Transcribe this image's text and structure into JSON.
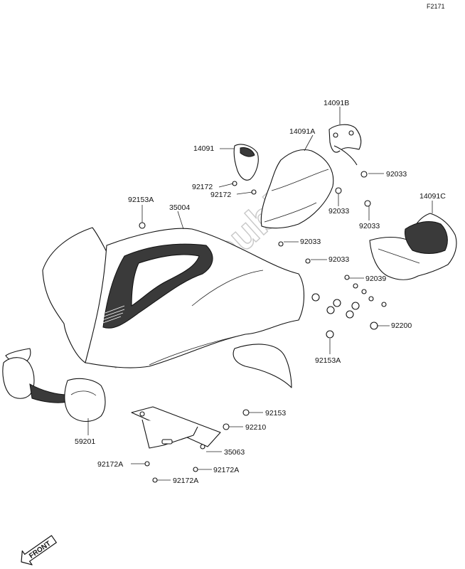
{
  "figure_code": "F2171",
  "watermark": "PartsRepublik",
  "front_label": "FRONT",
  "parts": [
    "14091B",
    "14091A",
    "14091",
    "92033",
    "92172",
    "92172",
    "92153A",
    "35004",
    "92033",
    "14091C",
    "92033",
    "92033",
    "92033",
    "92039",
    "92200",
    "92153A",
    "59201",
    "92153",
    "92210",
    "35063",
    "92172A",
    "92172A",
    "92172A"
  ]
}
